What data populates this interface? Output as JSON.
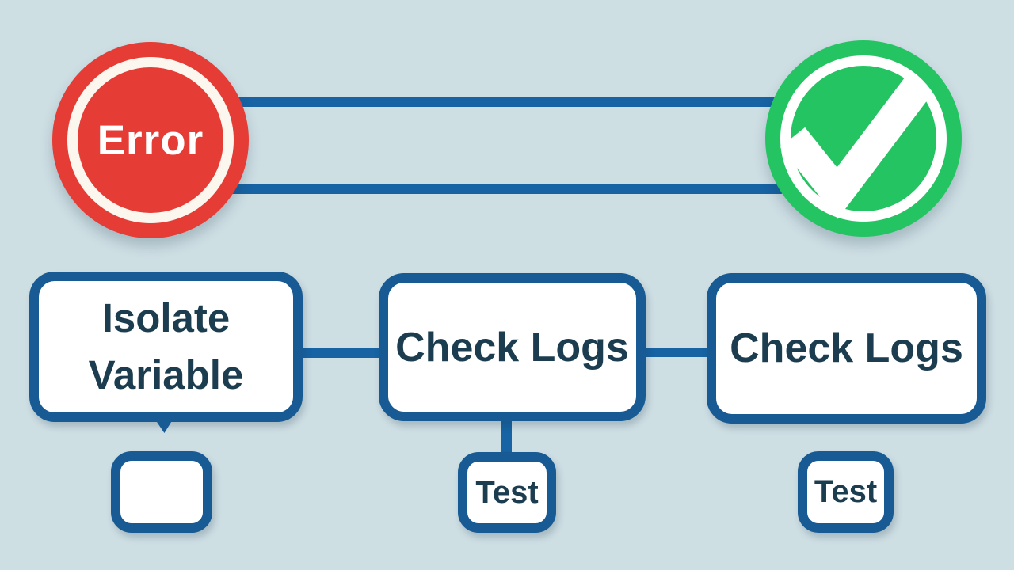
{
  "colors": {
    "background": "#CEDFE4",
    "connector_blue": "#1763A4",
    "node_border_blue": "#175A94",
    "node_fill": "#FFFFFF",
    "label_dark": "#1B3D4F",
    "error_red": "#E53C35",
    "success_green": "#24C463",
    "ring_white": "#FBF6EE",
    "label_white": "#FFFFFF"
  },
  "nodes": {
    "error_circle": {
      "label": "Error"
    },
    "success_circle": {
      "icon": "checkmark-icon"
    },
    "isolate_variable": {
      "label": "Isolate Variable"
    },
    "check_logs_left": {
      "label": "Check Logs"
    },
    "check_logs_right": {
      "label": "Check Logs"
    },
    "empty_small": {
      "label": ""
    },
    "test_left": {
      "label": "Test"
    },
    "test_right": {
      "label": "Test"
    }
  },
  "edges": [
    {
      "from": "error_circle",
      "to": "success_circle",
      "type": "horizontal-line-upper"
    },
    {
      "from": "error_circle",
      "to": "success_circle",
      "type": "horizontal-line-lower"
    },
    {
      "from": "isolate_variable",
      "to": "check_logs_left",
      "type": "horizontal-line"
    },
    {
      "from": "check_logs_left",
      "to": "check_logs_right",
      "type": "horizontal-line"
    },
    {
      "from": "check_logs_left",
      "to": "test_left",
      "type": "vertical-line"
    },
    {
      "from": "isolate_variable",
      "to": null,
      "type": "down-tail-stub"
    }
  ]
}
